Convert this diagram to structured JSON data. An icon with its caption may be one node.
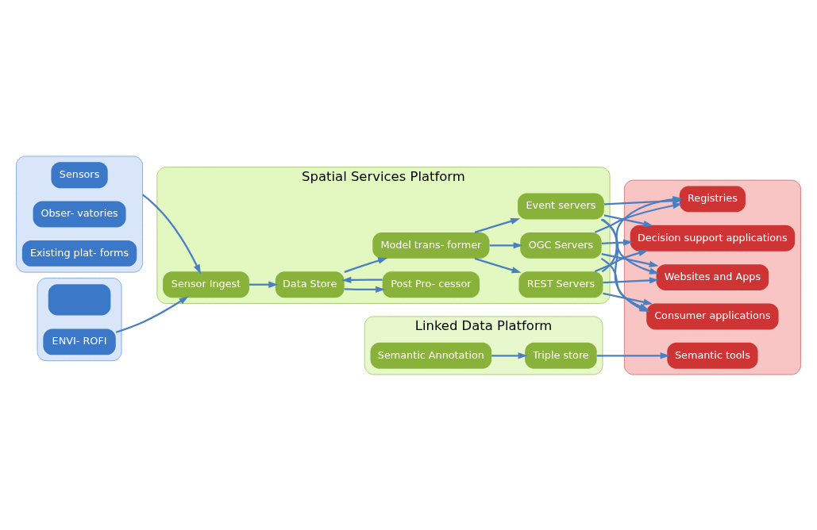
{
  "diagram": {
    "nodes": [
      {
        "text": [],
        "shape": "box"
      },
      {
        "text": [
          "Sensors"
        ],
        "in": 0
      },
      {
        "text": [
          "Obser- vatories"
        ],
        "in": 0
      },
      {
        "text": [
          "Existing plat- forms"
        ],
        "in": 0
      },
      {
        "text": [],
        "shape": "box"
      },
      {
        "text": [],
        "shape": "box",
        "in": 4
      },
      {
        "text": [
          "ENVI- ROFI"
        ],
        "in": 4
      },
      {
        "text": [
          "Spatial Services Platform"
        ]
      },
      {
        "text": [
          "Sensor Ingest"
        ],
        "in": 7
      },
      {
        "text": [
          "Data Store"
        ],
        "in": 7
      },
      {
        "text": [
          "Post Pro- cessor"
        ],
        "in": 7
      },
      {
        "text": [
          "Model trans- former"
        ],
        "in": 7
      },
      {
        "text": [
          "OGC Servers"
        ],
        "in": 7
      },
      {
        "text": [
          "Event servers"
        ],
        "in": 7
      },
      {
        "text": [
          "REST Servers"
        ],
        "in": 7
      },
      {
        "text": [],
        "shape": "box"
      },
      {
        "text": [
          "Registries"
        ],
        "in": 15
      },
      {
        "text": [
          "Decision support applications"
        ],
        "in": 15
      },
      {
        "text": [
          "Websites and Apps"
        ],
        "in": 15
      },
      {
        "text": [
          "Consumer applications"
        ],
        "in": 15
      },
      {
        "text": [
          "Semantic tools"
        ],
        "in": 15
      },
      {
        "text": [
          "Linked Data Platform"
        ]
      },
      {
        "text": [
          "Semantic Annotation"
        ],
        "in": 21
      },
      {
        "text": [
          "Triple store"
        ],
        "in": 21
      }
    ],
    "edges": [
      {
        "from": 0,
        "to": 8,
        "arrow": "to"
      },
      {
        "from": 6,
        "to": 8,
        "arrow": "to"
      },
      {
        "from": 8,
        "to": 9,
        "arrow": "to"
      },
      {
        "from": 10,
        "to": 9,
        "arrow": "to"
      },
      {
        "from": 9,
        "to": 10,
        "arrow": "to"
      },
      {
        "from": 9,
        "to": 11,
        "arrow": "to"
      },
      {
        "from": 11,
        "to": 12,
        "arrow": "to"
      },
      {
        "from": 11,
        "to": 13,
        "arrow": "to"
      },
      {
        "from": 11,
        "to": 14,
        "arrow": "to"
      },
      {
        "from": 12,
        "to": 16,
        "arrow": "to"
      },
      {
        "from": 12,
        "to": 17,
        "arrow": "to"
      },
      {
        "from": 12,
        "to": 18,
        "arrow": "to"
      },
      {
        "from": 12,
        "to": 19,
        "arrow": "to"
      },
      {
        "from": 13,
        "to": 16,
        "arrow": "to"
      },
      {
        "from": 13,
        "to": 17,
        "arrow": "to"
      },
      {
        "from": 13,
        "to": 18,
        "arrow": "to"
      },
      {
        "from": 13,
        "to": 19,
        "arrow": "to"
      },
      {
        "from": 14,
        "to": 16,
        "arrow": "to"
      },
      {
        "from": 14,
        "to": 17,
        "arrow": "to"
      },
      {
        "from": 14,
        "to": 18,
        "arrow": "to"
      },
      {
        "from": 14,
        "to": 19,
        "arrow": "to"
      },
      {
        "from": 22,
        "to": 23,
        "arrow": "to"
      },
      {
        "from": 23,
        "to": 20,
        "arrow": "to"
      }
    ]
  }
}
